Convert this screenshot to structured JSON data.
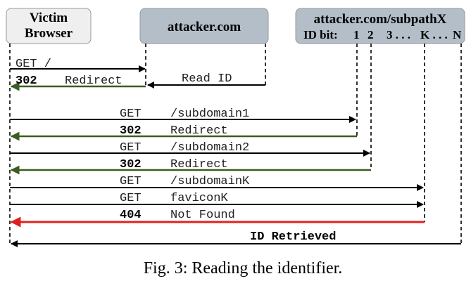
{
  "actors": {
    "victim_line1": "Victim",
    "victim_line2": "Browser",
    "attacker": "attacker.com",
    "subpath": "attacker.com/subpathX",
    "id_bits": [
      "ID bit:",
      "1",
      "2",
      "3 . . .",
      "K . . .",
      "N"
    ]
  },
  "messages": {
    "m1": "GET /",
    "m2_status": "302",
    "m2_text": "Redirect",
    "m3": "Read ID",
    "m4_method": "GET",
    "m4_path": "/subdomain1",
    "m5_status": "302",
    "m5_text": "Redirect",
    "m6_method": "GET",
    "m6_path": "/subdomain2",
    "m7_status": "302",
    "m7_text": "Redirect",
    "m8_method": "GET",
    "m8_path": "/subdomainK",
    "m9_method": "GET",
    "m9_path": "faviconK",
    "m10_status": "404",
    "m10_text": "Not Found",
    "m11": "ID Retrieved"
  },
  "colors": {
    "request": "#000000",
    "redirect": "#3b5e1f",
    "not_found": "#e02020",
    "box_fill": "#b3bec8",
    "victim_box_fill": "#efefef"
  },
  "caption": "Fig. 3: Reading the identifier."
}
